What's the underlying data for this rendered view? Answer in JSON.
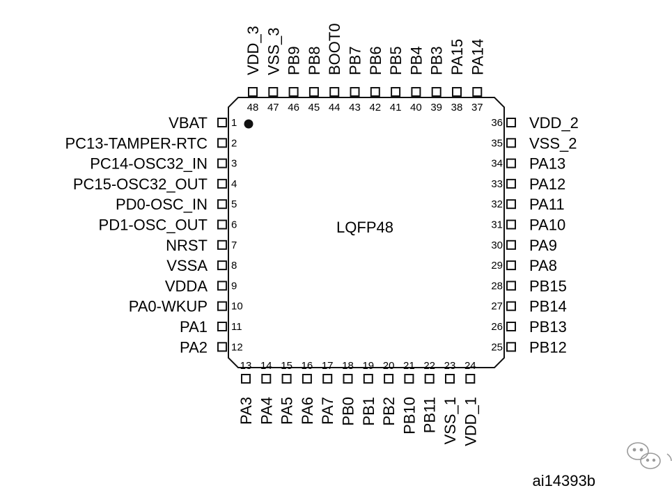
{
  "chip": {
    "package_label": "LQFP48",
    "pin1_marker": "pin1-dot"
  },
  "pins": {
    "left": [
      {
        "num": "1",
        "name": "VBAT"
      },
      {
        "num": "2",
        "name": "PC13-TAMPER-RTC"
      },
      {
        "num": "3",
        "name": "PC14-OSC32_IN"
      },
      {
        "num": "4",
        "name": "PC15-OSC32_OUT"
      },
      {
        "num": "5",
        "name": "PD0-OSC_IN"
      },
      {
        "num": "6",
        "name": "PD1-OSC_OUT"
      },
      {
        "num": "7",
        "name": "NRST"
      },
      {
        "num": "8",
        "name": "VSSA"
      },
      {
        "num": "9",
        "name": "VDDA"
      },
      {
        "num": "10",
        "name": "PA0-WKUP"
      },
      {
        "num": "11",
        "name": "PA1"
      },
      {
        "num": "12",
        "name": "PA2"
      }
    ],
    "bottom": [
      {
        "num": "13",
        "name": "PA3"
      },
      {
        "num": "14",
        "name": "PA4"
      },
      {
        "num": "15",
        "name": "PA5"
      },
      {
        "num": "16",
        "name": "PA6"
      },
      {
        "num": "17",
        "name": "PA7"
      },
      {
        "num": "18",
        "name": "PB0"
      },
      {
        "num": "19",
        "name": "PB1"
      },
      {
        "num": "20",
        "name": "PB2"
      },
      {
        "num": "21",
        "name": "PB10"
      },
      {
        "num": "22",
        "name": "PB11"
      },
      {
        "num": "23",
        "name": "VSS_1"
      },
      {
        "num": "24",
        "name": "VDD_1"
      }
    ],
    "right": [
      {
        "num": "36",
        "name": "VDD_2"
      },
      {
        "num": "35",
        "name": "VSS_2"
      },
      {
        "num": "34",
        "name": "PA13"
      },
      {
        "num": "33",
        "name": "PA12"
      },
      {
        "num": "32",
        "name": "PA11"
      },
      {
        "num": "31",
        "name": "PA10"
      },
      {
        "num": "30",
        "name": "PA9"
      },
      {
        "num": "29",
        "name": "PA8"
      },
      {
        "num": "28",
        "name": "PB15"
      },
      {
        "num": "27",
        "name": "PB14"
      },
      {
        "num": "26",
        "name": "PB13"
      },
      {
        "num": "25",
        "name": "PB12"
      }
    ],
    "top": [
      {
        "num": "48",
        "name": "VDD_3"
      },
      {
        "num": "47",
        "name": "VSS_3"
      },
      {
        "num": "46",
        "name": "PB9"
      },
      {
        "num": "45",
        "name": "PB8"
      },
      {
        "num": "44",
        "name": "BOOT0"
      },
      {
        "num": "43",
        "name": "PB7"
      },
      {
        "num": "42",
        "name": "PB6"
      },
      {
        "num": "41",
        "name": "PB5"
      },
      {
        "num": "40",
        "name": "PB4"
      },
      {
        "num": "39",
        "name": "PB3"
      },
      {
        "num": "38",
        "name": "PA15"
      },
      {
        "num": "37",
        "name": "PA14"
      }
    ]
  },
  "figure_ref": "ai14393b",
  "colors": {
    "outline": "#111111",
    "background": "#ffffff"
  },
  "icons": {
    "watermark": "wechat-logo-icon"
  }
}
